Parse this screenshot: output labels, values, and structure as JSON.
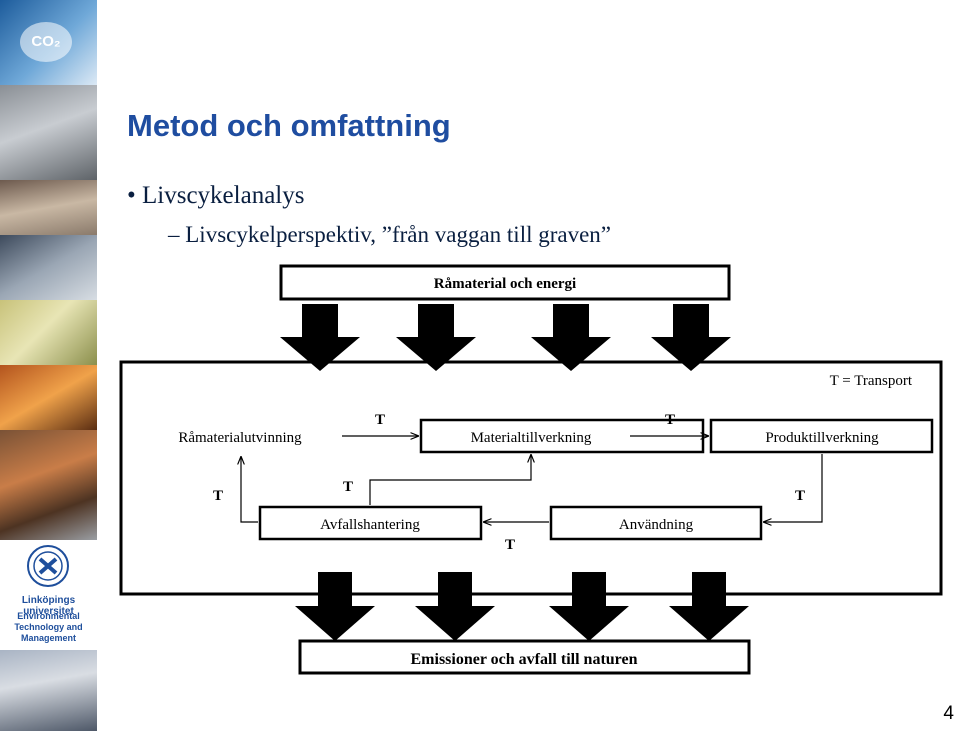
{
  "slide": {
    "title": "Metod och omfattning",
    "bullet_1": "Livscykelanalys",
    "sub_bullet_1": "– Livscykelperspektiv, ”från vaggan till graven”",
    "page_number": "4"
  },
  "sidebar": {
    "badge": "CO₂",
    "university_name": "Linköpings universitet",
    "department_line_1": "Environmental",
    "department_line_2": "Technology and",
    "department_line_3": "Management"
  },
  "diagram": {
    "input_box": "Råmaterial och energi",
    "output_box": "Emissioner och avfall till naturen",
    "legend": "T = Transport",
    "stages": {
      "raw_material": "Råmaterialutvinning",
      "material_manufacturing": "Materialtillverkning",
      "product_manufacturing": "Produktillverkning",
      "use": "Användning",
      "waste_management": "Avfallshantering"
    },
    "transport_label": "T"
  },
  "colors": {
    "title_blue": "#1f4da0",
    "text_dark": "#0a1f40",
    "diagram_black": "#000000"
  }
}
